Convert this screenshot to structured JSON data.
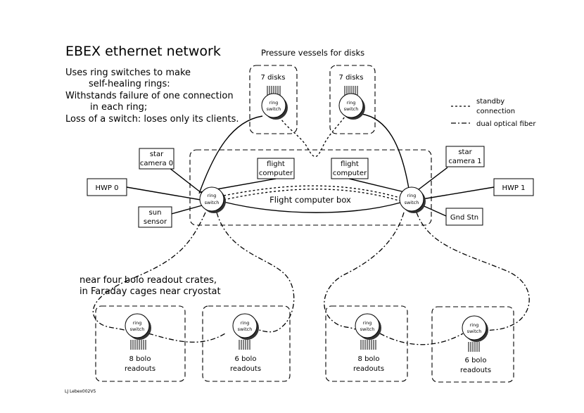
{
  "title": "EBEX ethernet network",
  "description": {
    "l1": "Uses ring switches to make",
    "l2": "self-healing rings:",
    "l3": "Withstands failure of one connection",
    "l4": "in each ring;",
    "l5": "Loss of a switch: loses only its clients."
  },
  "pressure_vessels_label": "Pressure vessels for disks",
  "legend": {
    "standby_1": "standby",
    "standby_2": "connection",
    "fiber": "dual optical fiber"
  },
  "switch_label": {
    "l1": "ring",
    "l2": "switch"
  },
  "disks_label": "7 disks",
  "flight_computer": {
    "l1": "flight",
    "l2": "computer"
  },
  "flight_box_label": "Flight computer box",
  "clients": {
    "star0_l1": "star",
    "star0_l2": "camera 0",
    "hwp0": "HWP 0",
    "sun_l1": "sun",
    "sun_l2": "sensor",
    "star1_l1": "star",
    "star1_l2": "camera 1",
    "hwp1": "HWP 1",
    "gnd": "Gnd Stn"
  },
  "crates_label": {
    "l1": "near four bolo readout crates,",
    "l2": "in Faraday cages near cryostat"
  },
  "bolo": {
    "b1_l1": "8 bolo",
    "b1_l2": "readouts",
    "b2_l1": "6 bolo",
    "b2_l2": "readouts",
    "b3_l1": "8 bolo",
    "b3_l2": "readouts",
    "b4_l1": "6 bolo",
    "b4_l2": "readouts"
  },
  "footer": "LJ Lebex002V5"
}
